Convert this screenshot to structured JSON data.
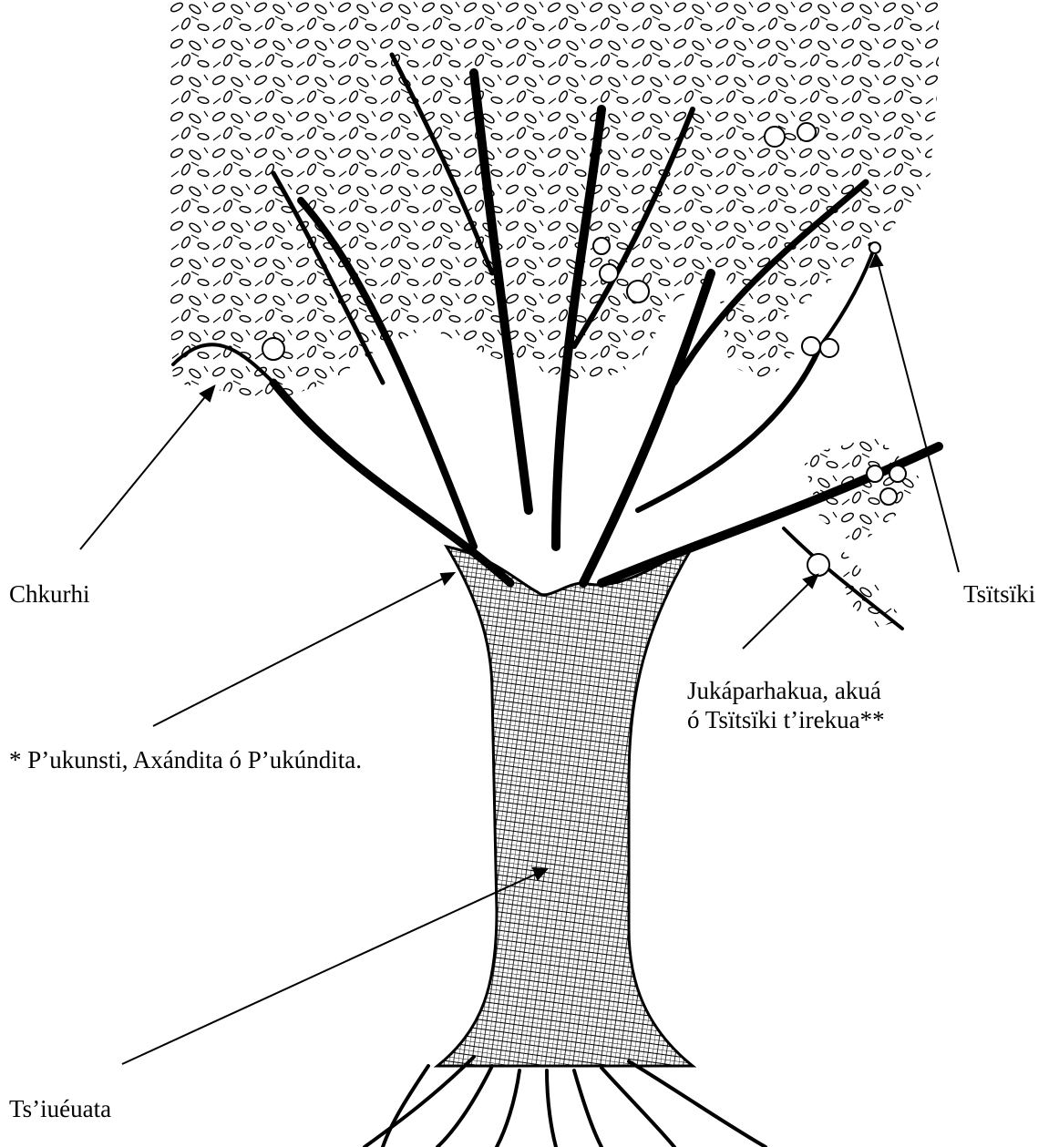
{
  "labels": {
    "chkurhi": "Chkurhi",
    "tsitsiki": "Tsïtsïki",
    "jukaparhakua_line1": "Jukáparhakua, akuá",
    "jukaparhakua_line2": "ó Tsïtsïki t’irekua**",
    "pukunsti": "* P’ukunsti, Axándita ó P’ukúndita.",
    "tsiueuata": "Ts’iuéuata"
  }
}
